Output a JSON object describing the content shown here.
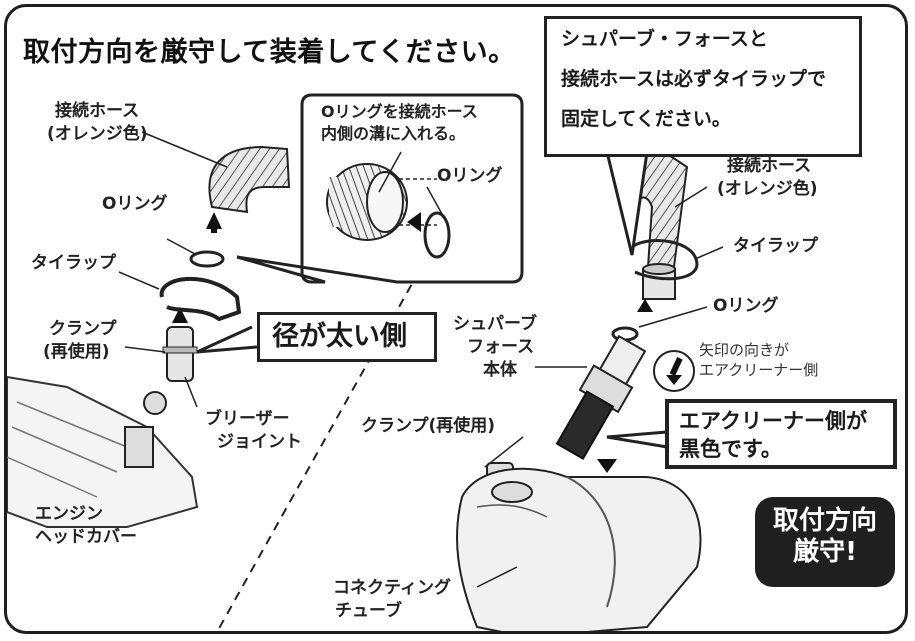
{
  "title": "取付方向を厳守して装着してください。",
  "note": [
    "シュパーブ・フォースと",
    "接続ホースは必ずタイラップで",
    "固定してください。"
  ],
  "oring_instruction": [
    "Oリングを接続ホース",
    "内側の溝に入れる。"
  ],
  "left": {
    "hose": [
      "接続ホース",
      "(オレンジ色)"
    ],
    "oring": "Oリング",
    "tie": "タイラップ",
    "clamp": [
      "クランプ",
      "(再使用)"
    ],
    "joint": [
      "ブリーザー",
      "ジョイント"
    ],
    "engine": [
      "エンジン",
      "ヘッドカバー"
    ]
  },
  "center": {
    "oring": "Oリング",
    "wide_side": "径が太い側"
  },
  "right": {
    "hose": [
      "接続ホース",
      "(オレンジ色)"
    ],
    "tie": "タイラップ",
    "oring": "Oリング",
    "body": [
      "シュパーブ",
      "フォース",
      "本体"
    ],
    "arrow_hint": [
      "矢印の向きが",
      "エアクリーナー側"
    ],
    "aircleaner": [
      "エアクリーナー側が",
      "黒色です。"
    ],
    "clamp": "クランプ(再使用)",
    "tube": [
      "コネクティング",
      "チューブ"
    ]
  },
  "badge": [
    "取付方向",
    "厳守!"
  ]
}
